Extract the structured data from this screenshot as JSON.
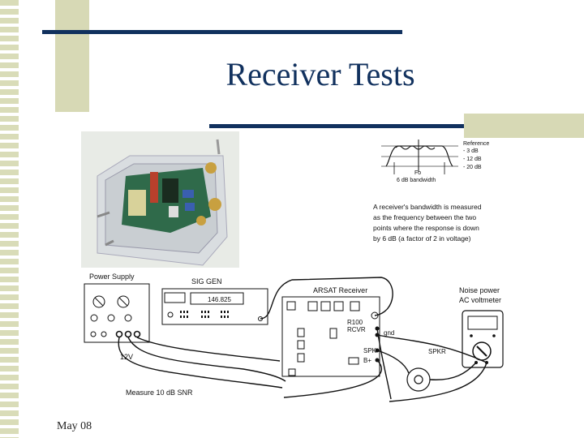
{
  "slide": {
    "title": "Receiver Tests",
    "footer": "May 08"
  },
  "bandwidth_plot": {
    "legend": [
      "Reference",
      "- 3 dB",
      "- 12 dB",
      "- 20 dB"
    ],
    "fo_label": "Fo",
    "bw_label": "6 dB bandwidth"
  },
  "description": [
    "A receiver's bandwidth is measured",
    "as the frequency between the two",
    "points where the response is down",
    "by 6 dB (a factor of 2 in voltage)"
  ],
  "setup": {
    "power_supply": "Power Supply",
    "sig_gen": "SIG GEN",
    "sig_gen_display": "146.825",
    "receiver_title": "ARSAT Receiver",
    "receiver_model": "R100",
    "receiver_sub": "RCVR",
    "gnd": "gnd",
    "spk_terminal": "SPK",
    "b_plus": "B+",
    "noise_meter_line1": "Noise power",
    "noise_meter_line2": "AC voltmeter",
    "speaker": "SPKR",
    "voltage": "12V",
    "measure_note": "Measure 10 dB SNR"
  }
}
